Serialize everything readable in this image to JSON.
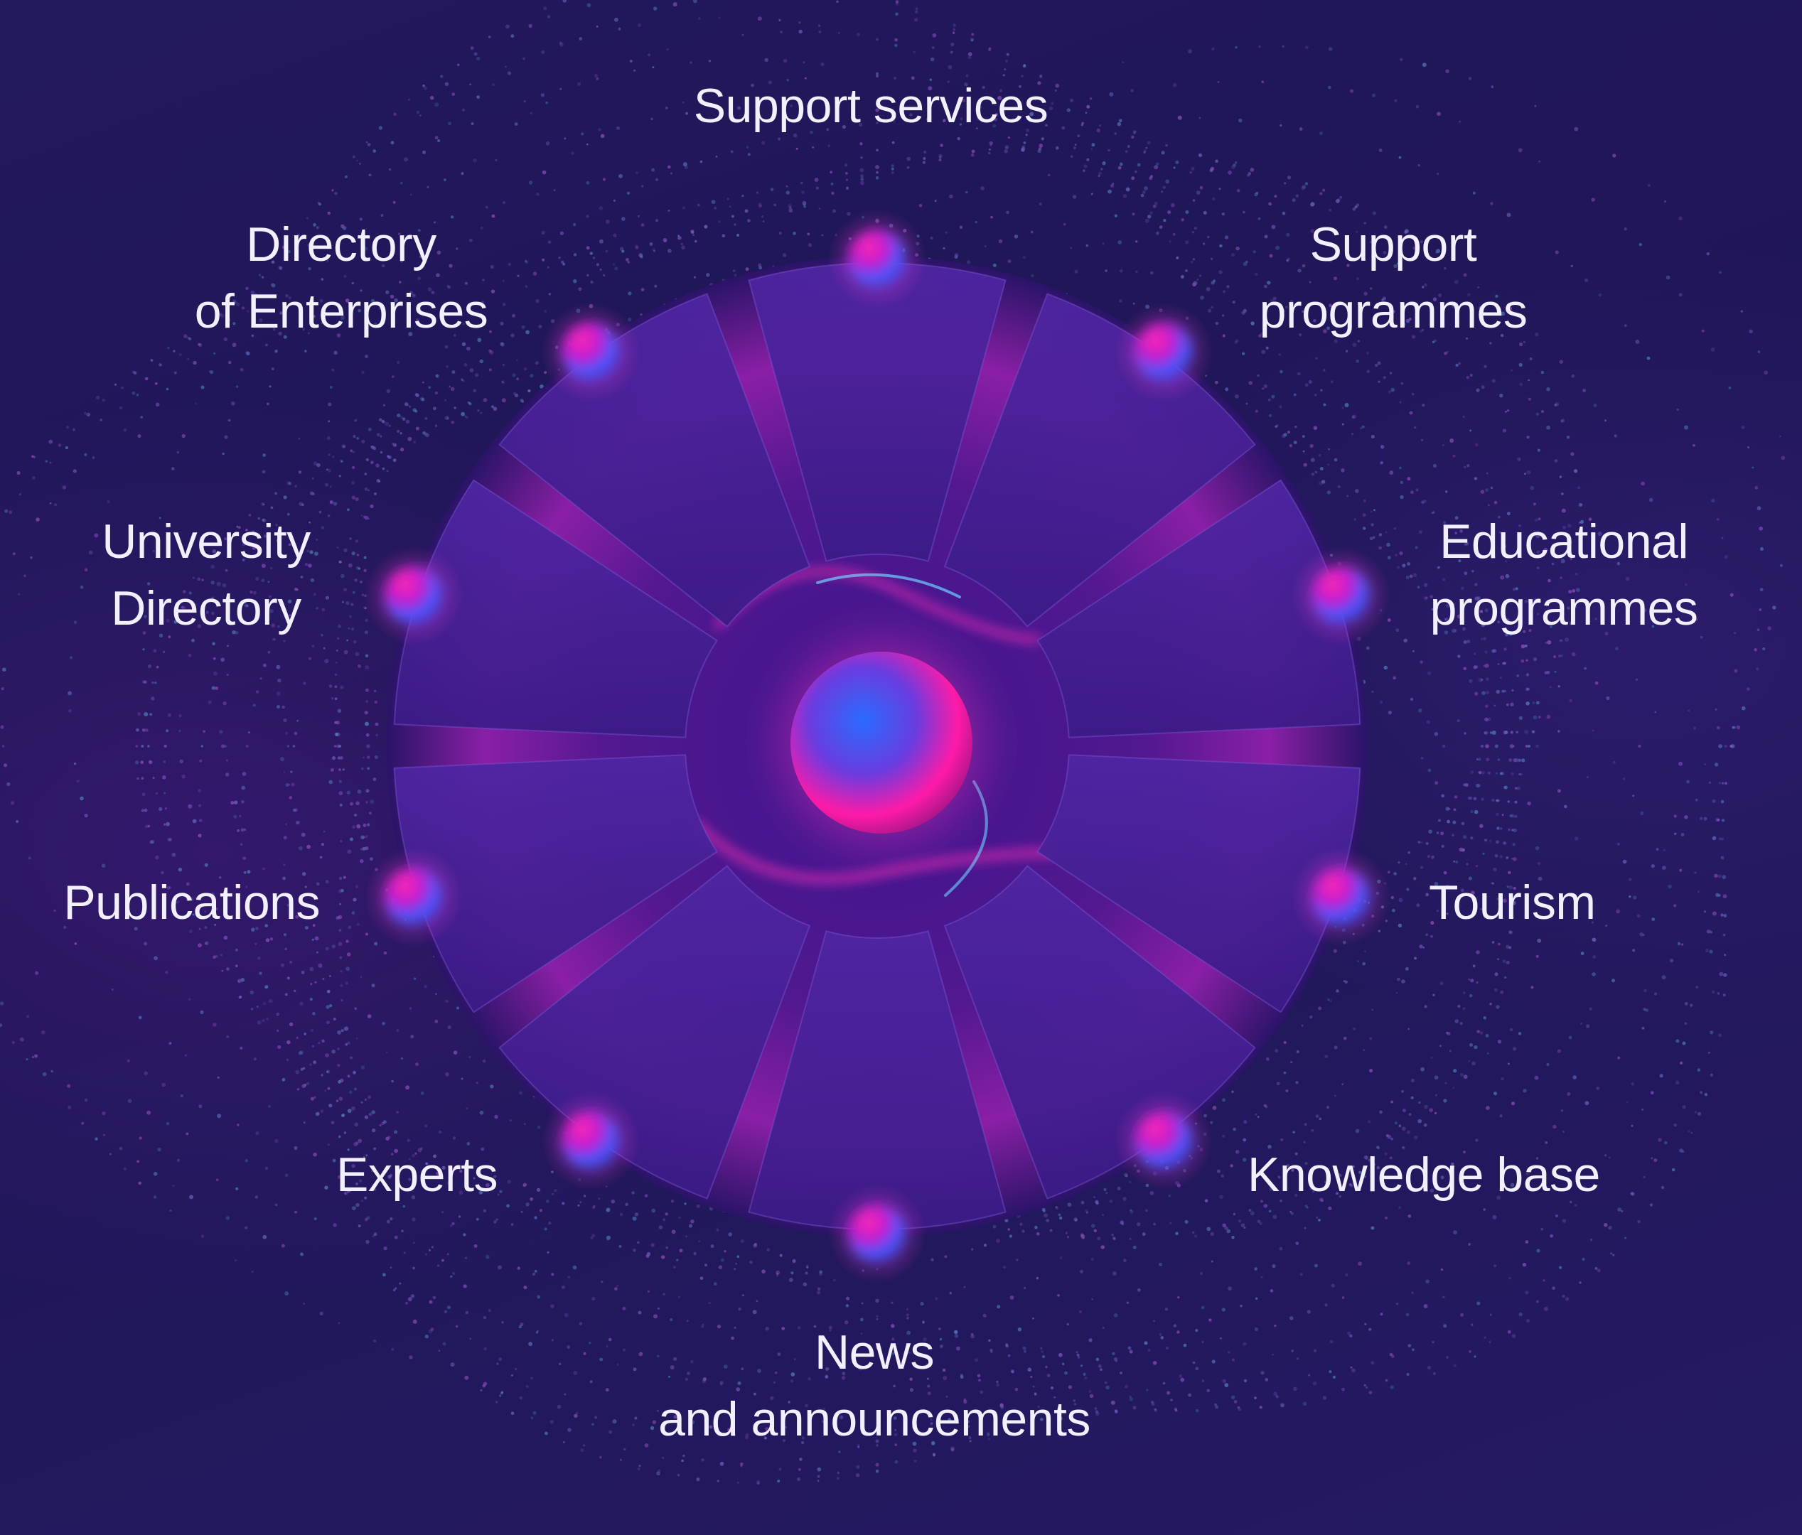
{
  "menu": {
    "items": [
      {
        "key": "support-services",
        "lines": [
          "Support services"
        ]
      },
      {
        "key": "support-programmes",
        "lines": [
          "Support",
          "programmes"
        ]
      },
      {
        "key": "educational-programmes",
        "lines": [
          "Educational",
          "programmes"
        ]
      },
      {
        "key": "tourism",
        "lines": [
          "Tourism"
        ]
      },
      {
        "key": "knowledge-base",
        "lines": [
          "Knowledge base"
        ]
      },
      {
        "key": "news-and-announcements",
        "lines": [
          "News",
          "and announcements"
        ]
      },
      {
        "key": "experts",
        "lines": [
          "Experts"
        ]
      },
      {
        "key": "publications",
        "lines": [
          "Publications"
        ]
      },
      {
        "key": "university-directory",
        "lines": [
          "University",
          "Directory"
        ]
      },
      {
        "key": "directory-of-enterprises",
        "lines": [
          "Directory",
          "of Enterprises"
        ]
      }
    ]
  },
  "colors": {
    "background": "#1f1657",
    "segment": "#4a1f9a",
    "orb_pink": "#ff1aa8",
    "orb_blue": "#2a6bff",
    "text": "#f2efff"
  }
}
